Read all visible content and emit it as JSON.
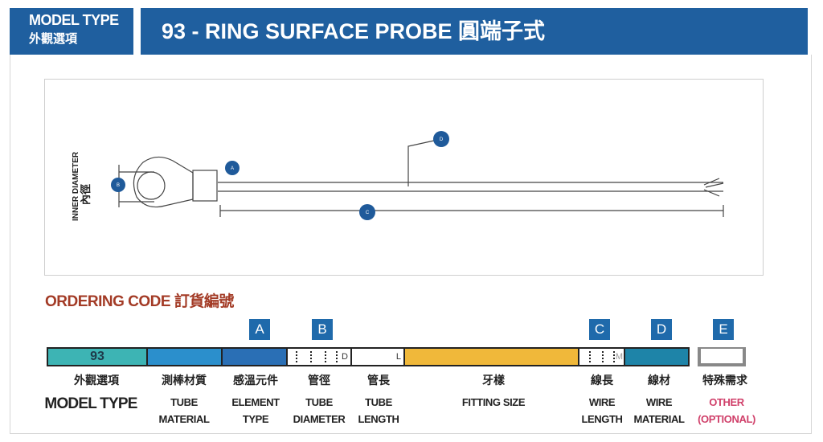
{
  "header": {
    "model_type_en": "MODEL TYPE",
    "model_type_cn": "外觀選項",
    "title": "93 - RING SURFACE PROBE 圓端子式"
  },
  "diagram": {
    "inner_diameter_en": "INNER DIAMETER",
    "inner_diameter_cn": "內徑",
    "callouts": [
      "A",
      "B",
      "C",
      "D"
    ]
  },
  "ordering": {
    "title": "ORDERING CODE 訂貨編號",
    "model_value": "93",
    "tube_diameter_unit": "D",
    "tube_length_unit": "L",
    "wire_length_unit": "M",
    "letters": [
      "A",
      "B",
      "C",
      "D",
      "E"
    ],
    "columns": [
      {
        "cn": "外觀選項",
        "en1": "MODEL TYPE",
        "en2": ""
      },
      {
        "cn": "測棒材質",
        "en1": "TUBE",
        "en2": "MATERIAL"
      },
      {
        "cn": "感溫元件",
        "en1": "ELEMENT",
        "en2": "TYPE"
      },
      {
        "cn": "管徑",
        "en1": "TUBE",
        "en2": "DIAMETER"
      },
      {
        "cn": "管長",
        "en1": "TUBE",
        "en2": "LENGTH"
      },
      {
        "cn": "牙樣",
        "en1": "FITTING SIZE",
        "en2": ""
      },
      {
        "cn": "線長",
        "en1": "WIRE",
        "en2": "LENGTH"
      },
      {
        "cn": "線材",
        "en1": "WIRE",
        "en2": "MATERIAL"
      },
      {
        "cn": "特殊需求",
        "en1": "OTHER",
        "en2": "(OPTIONAL)"
      }
    ]
  },
  "colors": {
    "brand": "#1f5f9f",
    "teal": "#3db4b4",
    "blue": "#2b8fcc",
    "blue2": "#2a6fb5",
    "yellow": "#f0b83a",
    "wire": "#1e84a8",
    "accent_red": "#a33b26",
    "optional": "#d0406a"
  }
}
